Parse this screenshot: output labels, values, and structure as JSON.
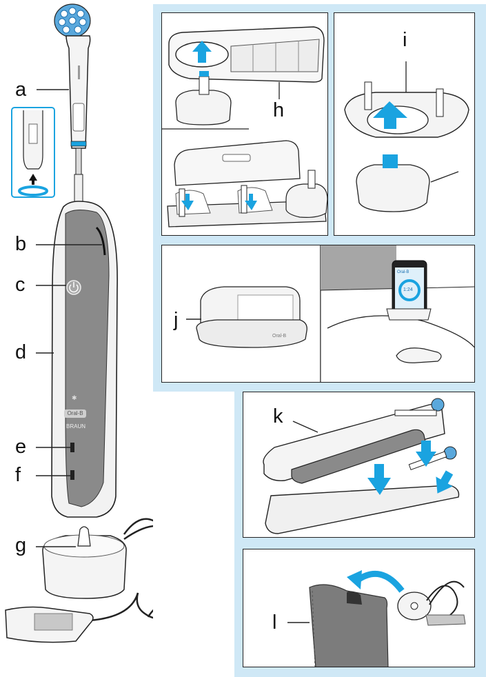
{
  "labels": {
    "a": "a",
    "b": "b",
    "c": "c",
    "d": "d",
    "e": "e",
    "f": "f",
    "g": "g",
    "h": "h",
    "i": "i",
    "j": "j",
    "k": "k",
    "l": "l"
  },
  "brand": {
    "handle_brand": "Oral-B",
    "handle_maker": "BRAUN",
    "stand_brand": "Oral-B",
    "phone_brand": "Oral-B",
    "phone_timer": "1:24"
  },
  "colors": {
    "panel_bg": "#cfe8f6",
    "accent_blue": "#1aa3e0",
    "handle_grey": "#8a8a8a",
    "outline": "#222222"
  }
}
